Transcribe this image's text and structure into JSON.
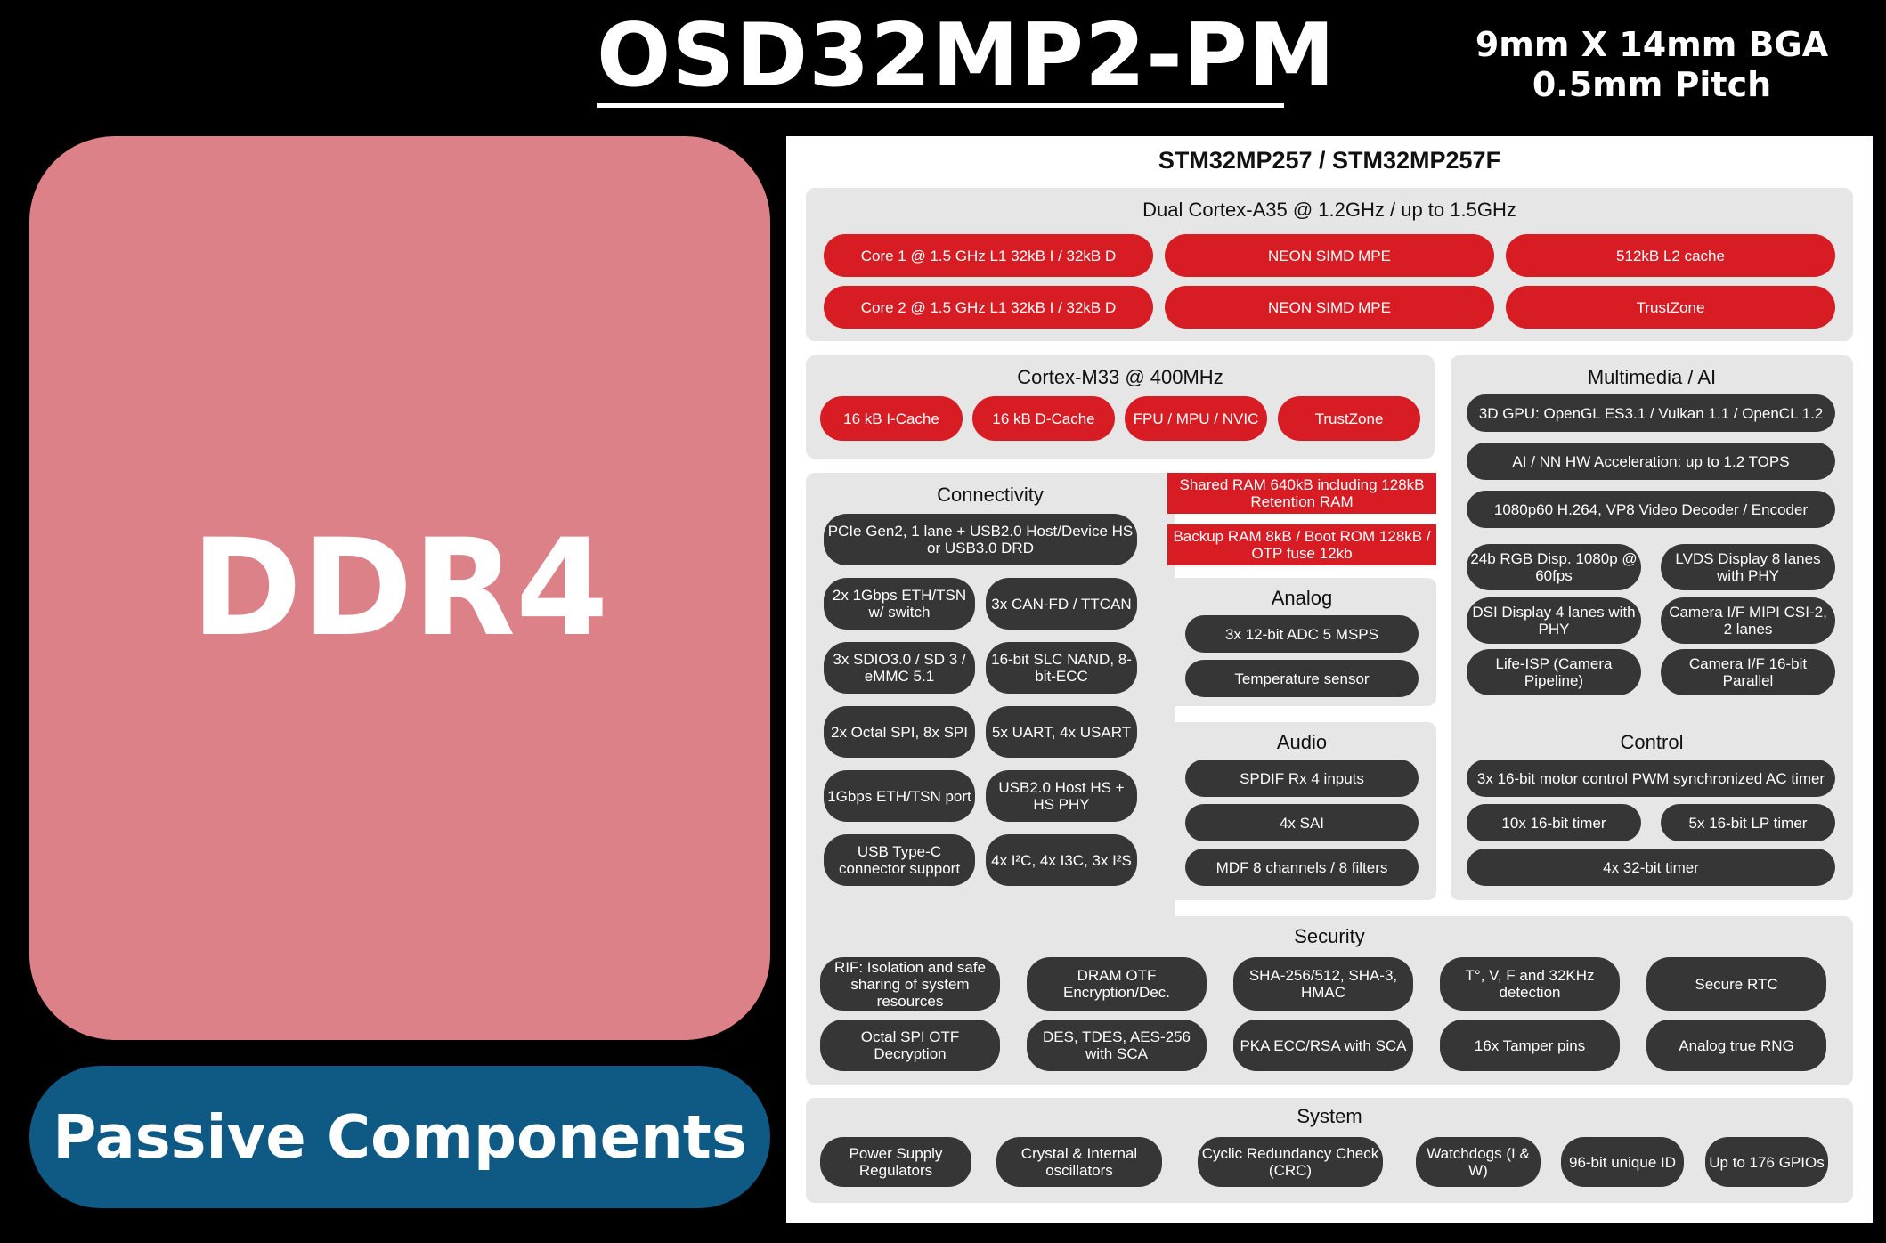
{
  "header": {
    "title": "OSD32MP2-PM",
    "package_line1": "9mm X 14mm BGA",
    "package_line2": "0.5mm Pitch"
  },
  "left": {
    "ddr_label": "DDR4",
    "passive_label": "Passive Components"
  },
  "soc": {
    "title": "STM32MP257 / STM32MP257F",
    "a35": {
      "title": "Dual Cortex-A35 @ 1.2GHz / up to 1.5GHz",
      "items": [
        "Core 1 @ 1.5 GHz L1 32kB I / 32kB D",
        "NEON SIMD MPE",
        "512kB L2 cache",
        "Core 2 @ 1.5 GHz L1 32kB I / 32kB D",
        "NEON SIMD MPE",
        "TrustZone"
      ]
    },
    "m33": {
      "title": "Cortex-M33 @ 400MHz",
      "items": [
        "16 kB I-Cache",
        "16 kB D-Cache",
        "FPU / MPU / NVIC",
        "TrustZone"
      ]
    },
    "multimedia": {
      "title": "Multimedia / AI",
      "items": [
        "3D GPU: OpenGL ES3.1 / Vulkan 1.1 / OpenCL 1.2",
        "AI / NN HW Acceleration: up to 1.2 TOPS",
        "1080p60 H.264, VP8 Video Decoder / Encoder",
        "24b RGB Disp. 1080p @ 60fps",
        "LVDS Display 8 lanes with PHY",
        "DSI Display 4 lanes with PHY",
        "Camera I/F MIPI CSI-2, 2 lanes",
        "Life-ISP (Camera Pipeline)",
        "Camera I/F 16-bit Parallel"
      ]
    },
    "connectivity": {
      "title": "Connectivity",
      "items": [
        "PCIe Gen2, 1 lane + USB2.0 Host/Device HS or USB3.0 DRD",
        "2x 1Gbps ETH/TSN w/ switch",
        "3x CAN-FD / TTCAN",
        "3x SDIO3.0 / SD 3 / eMMC 5.1",
        "16-bit SLC NAND, 8-bit-ECC",
        "2x Octal SPI, 8x SPI",
        "5x UART, 4x USART",
        "1Gbps ETH/TSN port",
        "USB2.0 Host HS + HS PHY",
        "USB Type-C connector support",
        "4x I²C, 4x I3C, 3x I²S"
      ]
    },
    "memory": {
      "shared_ram": "Shared RAM 640kB including 128kB Retention RAM",
      "backup_ram": "Backup RAM 8kB / Boot ROM 128kB / OTP fuse 12kb"
    },
    "analog": {
      "title": "Analog",
      "items": [
        "3x 12-bit ADC 5 MSPS",
        "Temperature sensor"
      ]
    },
    "audio": {
      "title": "Audio",
      "items": [
        "SPDIF Rx 4 inputs",
        "4x SAI",
        "MDF 8 channels / 8 filters"
      ]
    },
    "control": {
      "title": "Control",
      "items": [
        "3x 16-bit motor control PWM synchronized AC timer",
        "10x 16-bit timer",
        "5x 16-bit LP timer",
        "4x 32-bit timer"
      ]
    },
    "security": {
      "title": "Security",
      "items": [
        "RIF: Isolation and safe sharing of system resources",
        "DRAM OTF Encryption/Dec.",
        "SHA-256/512, SHA-3, HMAC",
        "T°, V, F and 32KHz detection",
        "Secure RTC",
        "Octal SPI OTF Decryption",
        "DES, TDES, AES-256 with SCA",
        "PKA ECC/RSA with SCA",
        "16x Tamper pins",
        "Analog true RNG"
      ]
    },
    "system": {
      "title": "System",
      "items": [
        "Power Supply Regulators",
        "Crystal & Internal oscillators",
        "Cyclic Redundancy Check (CRC)",
        "Watchdogs (I & W)",
        "96-bit unique ID",
        "Up to 176 GPIOs"
      ]
    }
  },
  "colors": {
    "ddr_block": "#dc8188",
    "passive_block": "#0f5a84",
    "red_pill": "#d81c24",
    "dark_pill": "#363636",
    "panel_bg": "#e6e6e6"
  }
}
